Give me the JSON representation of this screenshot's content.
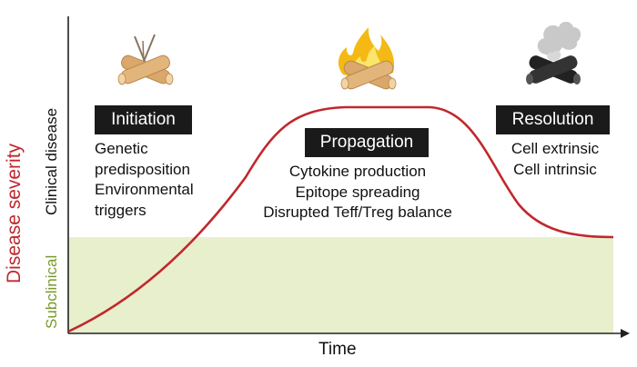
{
  "axes": {
    "y_label": "Disease severity",
    "x_label": "Time",
    "band_clinical": "Clinical disease",
    "band_subclinical": "Subclinical"
  },
  "icons": {
    "initiation": "unlit-campfire-icon",
    "propagation": "burning-campfire-icon",
    "resolution": "extinguished-campfire-icon"
  },
  "stages": {
    "initiation": {
      "label": "Initiation",
      "lines": [
        "Genetic",
        "predisposition",
        "Environmental",
        "triggers"
      ]
    },
    "propagation": {
      "label": "Propagation",
      "lines": [
        "Cytokine production",
        "Epitope spreading",
        "Disrupted Teff/Treg balance"
      ]
    },
    "resolution": {
      "label": "Resolution",
      "lines": [
        "Cell extrinsic",
        "Cell intrinsic"
      ]
    }
  },
  "colors": {
    "curve": "#c0282d",
    "subclinical_band": "#e8efcc",
    "y_label": "#c0282d",
    "subclinical_label": "#7a9a2e",
    "axis": "#222222",
    "label_box": "#1a1a1a",
    "wood": "#d9a86a",
    "flame_outer": "#f5b915",
    "flame_inner": "#fbe56a"
  }
}
